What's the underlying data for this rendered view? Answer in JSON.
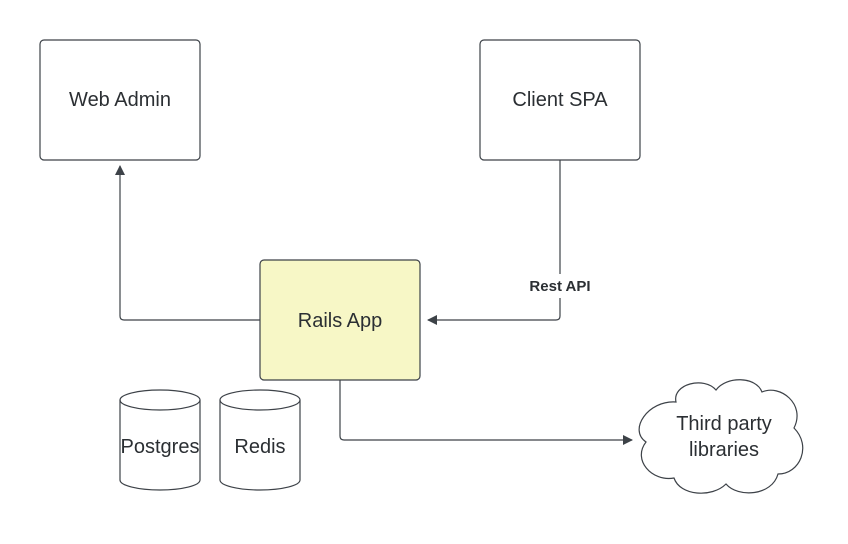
{
  "nodes": {
    "web_admin": "Web Admin",
    "client_spa": "Client SPA",
    "rails_app": "Rails App",
    "postgres": "Postgres",
    "redis": "Redis",
    "third_party": {
      "line1": "Third party",
      "line2": "libraries"
    }
  },
  "edges": {
    "rest_api": "Rest API"
  },
  "colors": {
    "stroke": "#3d4248",
    "rails_fill": "#f7f7c6",
    "text": "#2b2f33"
  }
}
